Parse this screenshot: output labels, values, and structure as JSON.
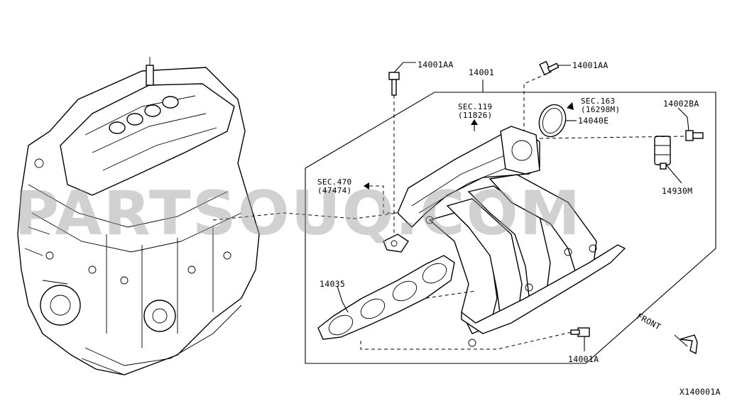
{
  "watermark": "PARTSOUQ.COM",
  "diagram_id": "X140001A",
  "callouts": {
    "bolt_top_left": "14001AA",
    "bolt_top_right": "14001AA",
    "manifold": "14001",
    "sec119_ref": "SEC.119",
    "sec119_code": "(11826)",
    "sec163_ref": "SEC.163",
    "sec163_code": "(16298M)",
    "gasket_ring": "14040E",
    "bolt_right": "14002BA",
    "sensor": "14930M",
    "sec470_ref": "SEC.470",
    "sec470_code": "(47474)",
    "gasket": "14035",
    "bolt_bottom": "14001A",
    "front": "FRONT"
  }
}
